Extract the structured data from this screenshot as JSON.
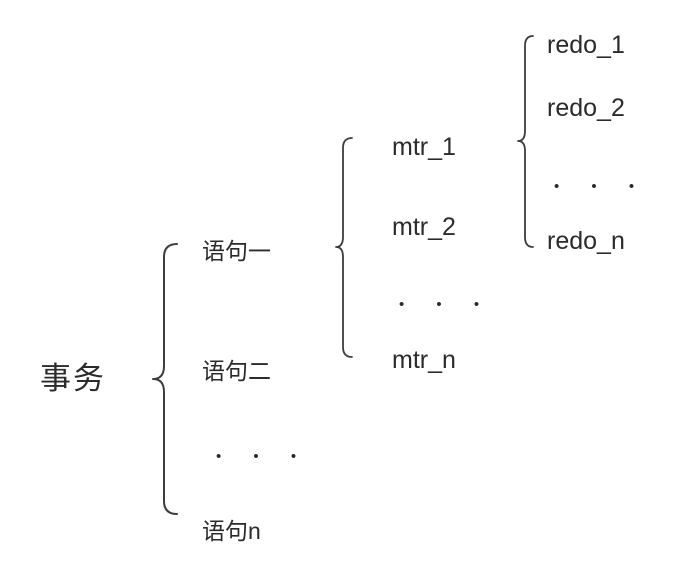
{
  "diagram": {
    "type": "hierarchy-brace-diagram",
    "colors": {
      "background": "#ffffff",
      "text": "#2b2b2b",
      "brace": "#3d3d3d"
    },
    "nodes": {
      "transaction": {
        "label": "事务"
      },
      "statements": {
        "items": [
          "语句一",
          "语句二",
          "语句n"
        ],
        "ellipsis": "• • •"
      },
      "mtrs": {
        "items": [
          "mtr_1",
          "mtr_2",
          "mtr_n"
        ],
        "ellipsis": "• • •"
      },
      "redos": {
        "items": [
          "redo_1",
          "redo_2",
          "redo_n"
        ],
        "ellipsis": "• • •"
      }
    }
  }
}
